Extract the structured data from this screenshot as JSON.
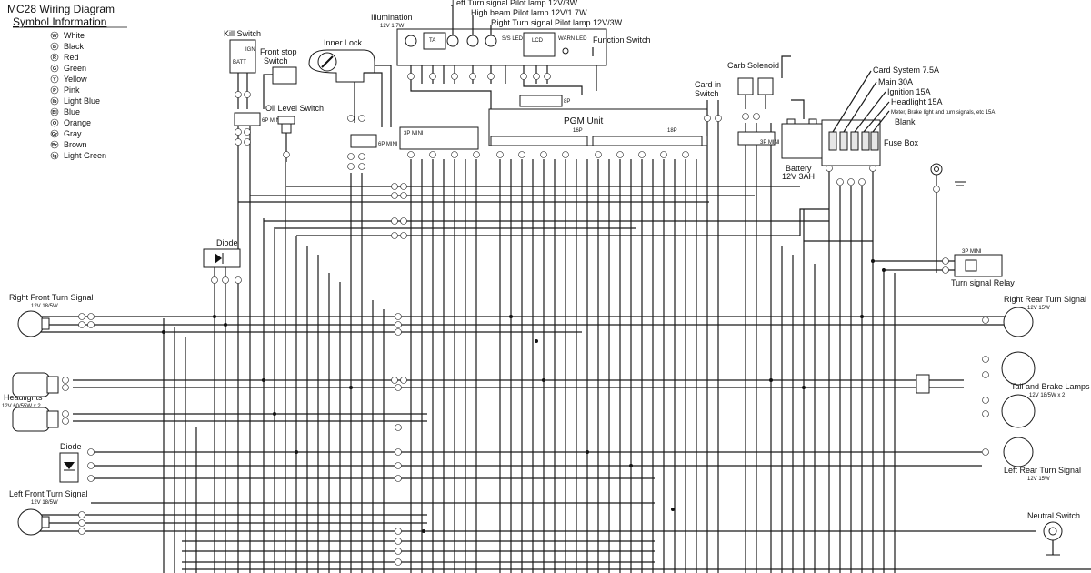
{
  "title": "MC28 Wiring Diagram",
  "subtitle": "Symbol Information",
  "legend": [
    {
      "code": "W",
      "name": "White"
    },
    {
      "code": "B",
      "name": "Black"
    },
    {
      "code": "R",
      "name": "Red"
    },
    {
      "code": "G",
      "name": "Green"
    },
    {
      "code": "Y",
      "name": "Yellow"
    },
    {
      "code": "P",
      "name": "Pink"
    },
    {
      "code": "lb",
      "name": "Light Blue"
    },
    {
      "code": "Bl",
      "name": "Blue"
    },
    {
      "code": "O",
      "name": "Orange"
    },
    {
      "code": "Gr",
      "name": "Gray"
    },
    {
      "code": "Br",
      "name": "Brown"
    },
    {
      "code": "lg",
      "name": "Light Green"
    }
  ],
  "components": {
    "illumination": "Illumination",
    "illumination_rating": "12V 1.7W",
    "left_pilot": "Left Turn signal Pilot lamp 12V/3W",
    "high_beam_pilot": "High beam Pilot lamp 12V/1.7W",
    "right_pilot": "Right Turn signal Pilot lamp 12V/3W",
    "kill_switch": "Kill Switch",
    "front_stop_switch_1": "Front stop",
    "front_stop_switch_2": "Switch",
    "inner_lock": "Inner Lock",
    "function_switch": "Function Switch",
    "carb_solenoid": "Carb Solenoid",
    "card_system": "Card System 7.5A",
    "main_fuse": "Main 30A",
    "ignition_fuse": "Ignition 15A",
    "headlight_fuse": "Headlight 15A",
    "meter_fuse": "Meter, Brake light and turn signals, etc 15A",
    "blank": "Blank",
    "fuse_box": "Fuse Box",
    "card_in_switch_1": "Card in",
    "card_in_switch_2": "Switch",
    "oil_level_switch": "Oil Level Switch",
    "pgm_unit": "PGM Unit",
    "battery": "Battery",
    "battery_rating": "12V 3AH",
    "diode_top": "Diode",
    "diode_bottom": "Diode",
    "rf_turn": "Right Front Turn Signal",
    "rf_turn_rating": "12V 18/5W",
    "headlights": "Headlights",
    "headlights_rating": "12V 60/55W x 2",
    "lf_turn": "Left Front Turn Signal",
    "lf_turn_rating": "12V 18/5W",
    "rr_turn": "Right Rear Turn Signal",
    "rr_turn_rating": "12V 15W",
    "tail_brake": "Tail and Brake Lamps",
    "tail_brake_rating": "12V 18/5W x 2",
    "lr_turn": "Left Rear Turn Signal",
    "lr_turn_rating": "12V 15W",
    "turn_signal_relay": "Turn signal Relay",
    "neutral_switch": "Neutral Switch",
    "ta": "TA",
    "ss_led": "S/S LED",
    "lcd": "LCD",
    "warn_led": "WARN LED",
    "pin_8p": "8P",
    "pin_6p_mini_1": "6P MINI",
    "pin_6p_mini_2": "6P MINI",
    "pin_3p_mini_1": "3P MINI",
    "pin_3p_mini_2": "3P MINI",
    "pin_3p_mini_3": "3P MINI",
    "pin_16p": "16P",
    "pin_18p": "18P",
    "batt_label": "BATT",
    "ign_label": "IGN"
  },
  "colors": {
    "line": "#1a1a1a",
    "background": "#ffffff"
  }
}
